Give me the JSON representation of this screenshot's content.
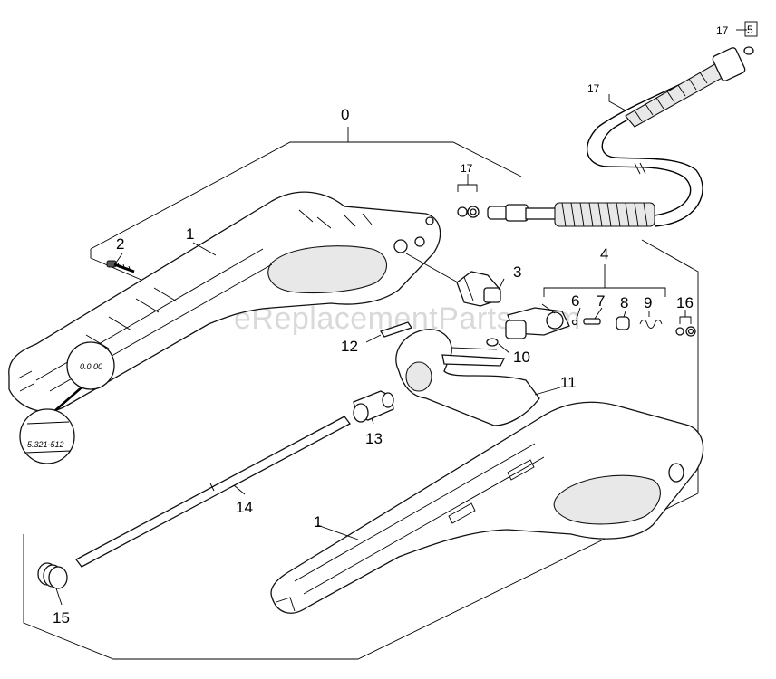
{
  "watermark": "eReplacementParts.com",
  "callouts": {
    "c0": "0",
    "c1_top": "1",
    "c1_bottom": "1",
    "c2": "2",
    "c3": "3",
    "c4": "4",
    "c5": "5",
    "c6": "6",
    "c7": "7",
    "c8": "8",
    "c9": "9",
    "c10": "10",
    "c11": "11",
    "c12": "12",
    "c13": "13",
    "c14": "14",
    "c15": "15",
    "c16": "16",
    "c17_top": "17",
    "c17_mid": "17",
    "c17_hose": "17"
  },
  "detail_part_number": "5.321-512"
}
